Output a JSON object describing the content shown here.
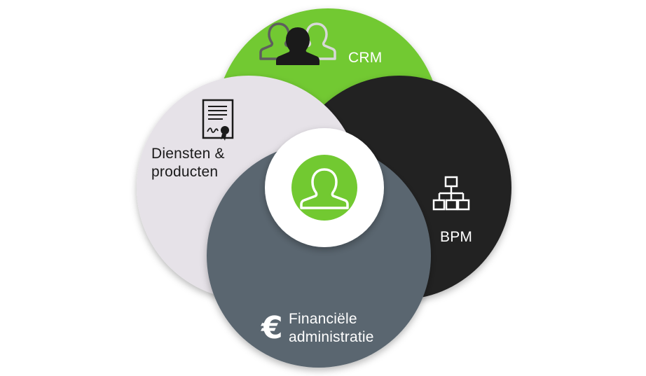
{
  "diagram": {
    "segments": [
      {
        "id": "crm",
        "label": "CRM",
        "color": "#72c931",
        "text_color": "#ffffff",
        "icon": "users-group-icon"
      },
      {
        "id": "bpm",
        "label": "BPM",
        "color": "#222222",
        "text_color": "#ffffff",
        "icon": "org-chart-icon"
      },
      {
        "id": "financial",
        "label_lines": [
          "Financiële",
          "administratie"
        ],
        "color": "#5a6670",
        "text_color": "#ffffff",
        "icon": "euro-icon"
      },
      {
        "id": "services",
        "label_lines": [
          "Diensten &",
          "producten"
        ],
        "color": "#e6e2e8",
        "text_color": "#1a1a1a",
        "icon": "certificate-document-icon"
      }
    ],
    "center": {
      "icon": "user-icon",
      "ring_color": "#ffffff",
      "disc_color": "#72c931"
    }
  }
}
